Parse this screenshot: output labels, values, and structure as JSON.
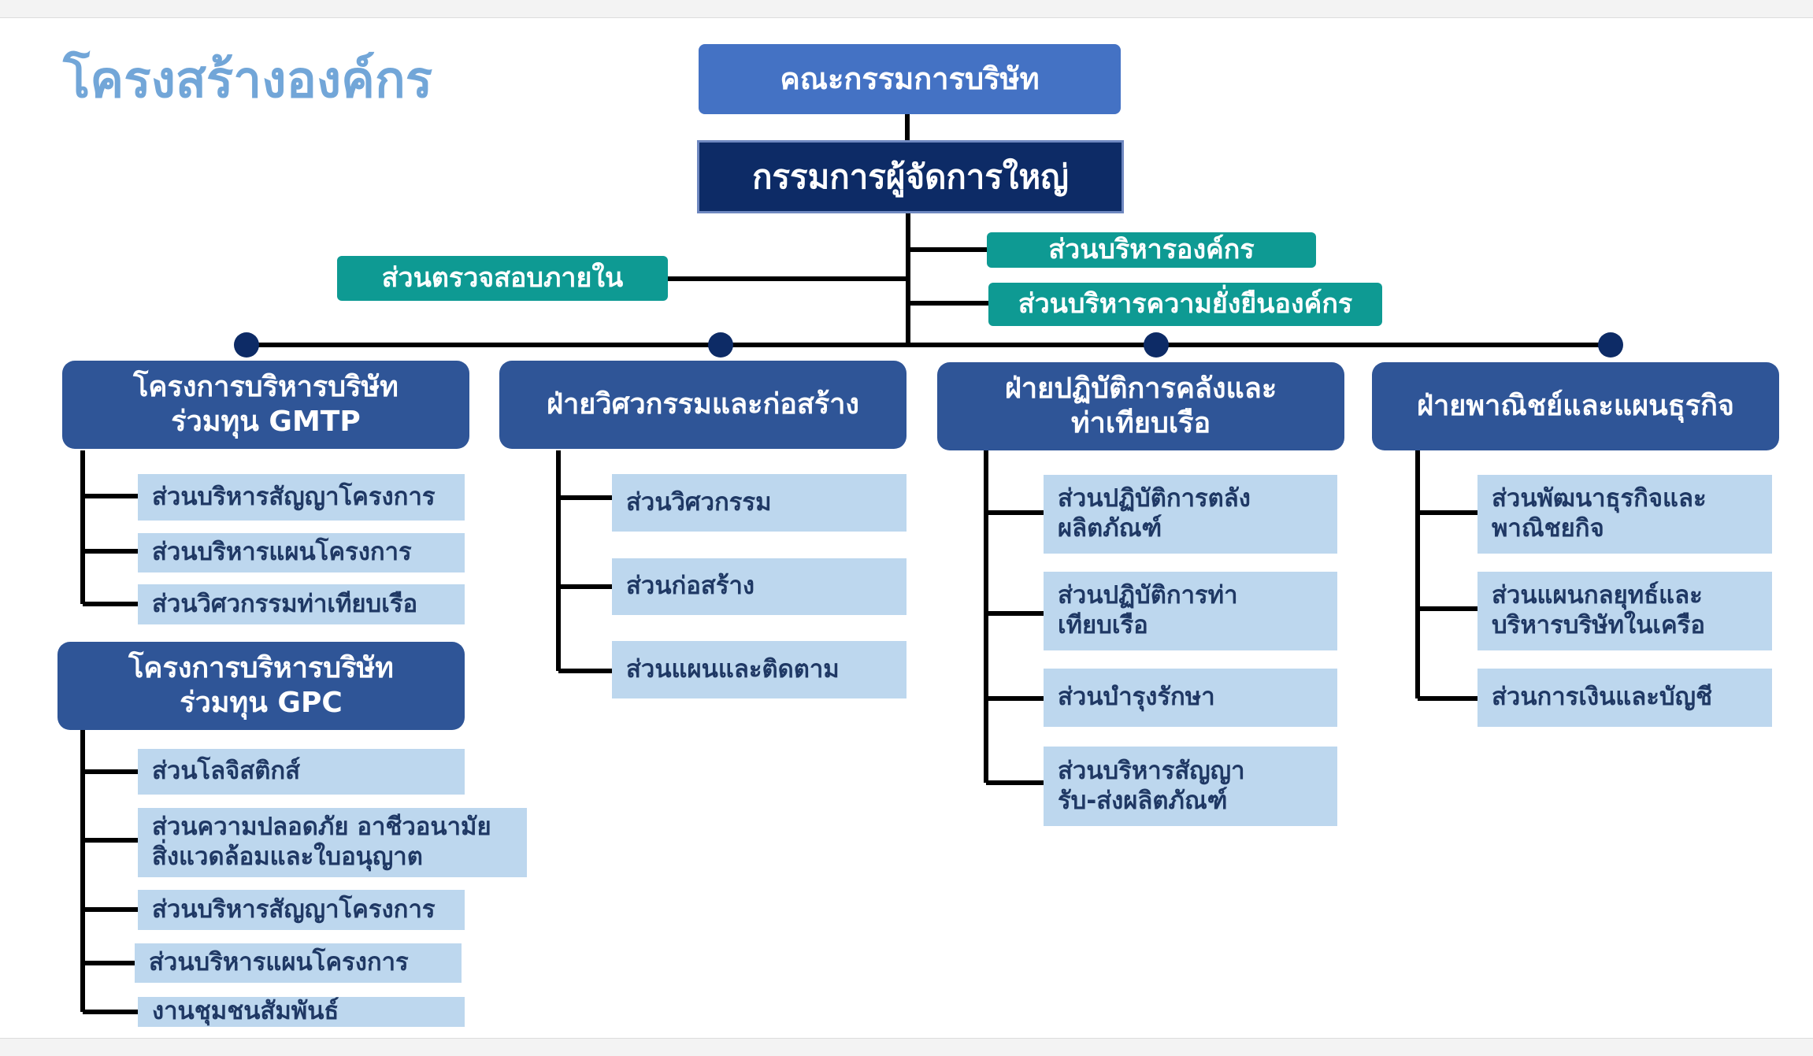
{
  "page": {
    "title": "โครงสร้างองค์กร"
  },
  "top": {
    "board": "คณะกรรมการบริษัท",
    "ceo": "กรรมการผู้จัดการใหญ่"
  },
  "staff": {
    "audit": "ส่วนตรวจสอบภายใน",
    "org_mgmt": "ส่วนบริหารองค์กร",
    "sustainability": "ส่วนบริหารความยั่งยืนองค์กร"
  },
  "departments": [
    {
      "title_lines": [
        "โครงการบริหารบริษัท",
        "ร่วมทุน GMTP"
      ],
      "units": [
        [
          "ส่วนบริหารสัญญาโครงการ"
        ],
        [
          "ส่วนบริหารแผนโครงการ"
        ],
        [
          "ส่วนวิศวกรรมท่าเทียบเรือ"
        ]
      ]
    },
    {
      "title_lines": [
        "ฝ่ายวิศวกรรมและก่อสร้าง"
      ],
      "units": [
        [
          "ส่วนวิศวกรรม"
        ],
        [
          "ส่วนก่อสร้าง"
        ],
        [
          "ส่วนแผนและติดตาม"
        ]
      ]
    },
    {
      "title_lines": [
        "ฝ่ายปฏิบัติการคลังและ",
        "ท่าเทียบเรือ"
      ],
      "units": [
        [
          "ส่วนปฏิบัติการตลัง",
          "ผลิตภัณฑ์"
        ],
        [
          "ส่วนปฏิบัติการท่า",
          "เทียบเรือ"
        ],
        [
          "ส่วนบำรุงรักษา"
        ],
        [
          "ส่วนบริหารสัญญา",
          "รับ-ส่งผลิตภัณฑ์"
        ]
      ]
    },
    {
      "title_lines": [
        "ฝ่ายพาณิชย์และแผนธุรกิจ"
      ],
      "units": [
        [
          "ส่วนพัฒนาธุรกิจและ",
          "พาณิชยกิจ"
        ],
        [
          "ส่วนแผนกลยุทธ์และ",
          "บริหารบริษัทในเครือ"
        ],
        [
          "ส่วนการเงินและบัญชี"
        ]
      ]
    },
    {
      "title_lines": [
        "โครงการบริหารบริษัท",
        "ร่วมทุน GPC"
      ],
      "units": [
        [
          "ส่วนโลจิสติกส์"
        ],
        [
          "ส่วนความปลอดภัย อาชีวอนามัย",
          "สิ่งแวดล้อมและใบอนุญาต"
        ],
        [
          "ส่วนบริหารสัญญาโครงการ"
        ],
        [
          "ส่วนบริหารแผนโครงการ"
        ],
        [
          "งานชุมชนสัมพันธ์"
        ]
      ]
    }
  ],
  "colors": {
    "title": "#72a6d8",
    "board": "#4472c4",
    "ceo": "#0d2b66",
    "staff": "#0e9a93",
    "department": "#2f5597",
    "unit": "#bdd7ee",
    "unit_text": "#1f3864",
    "connector": "#000000",
    "junction_dot": "#0d2b66"
  }
}
